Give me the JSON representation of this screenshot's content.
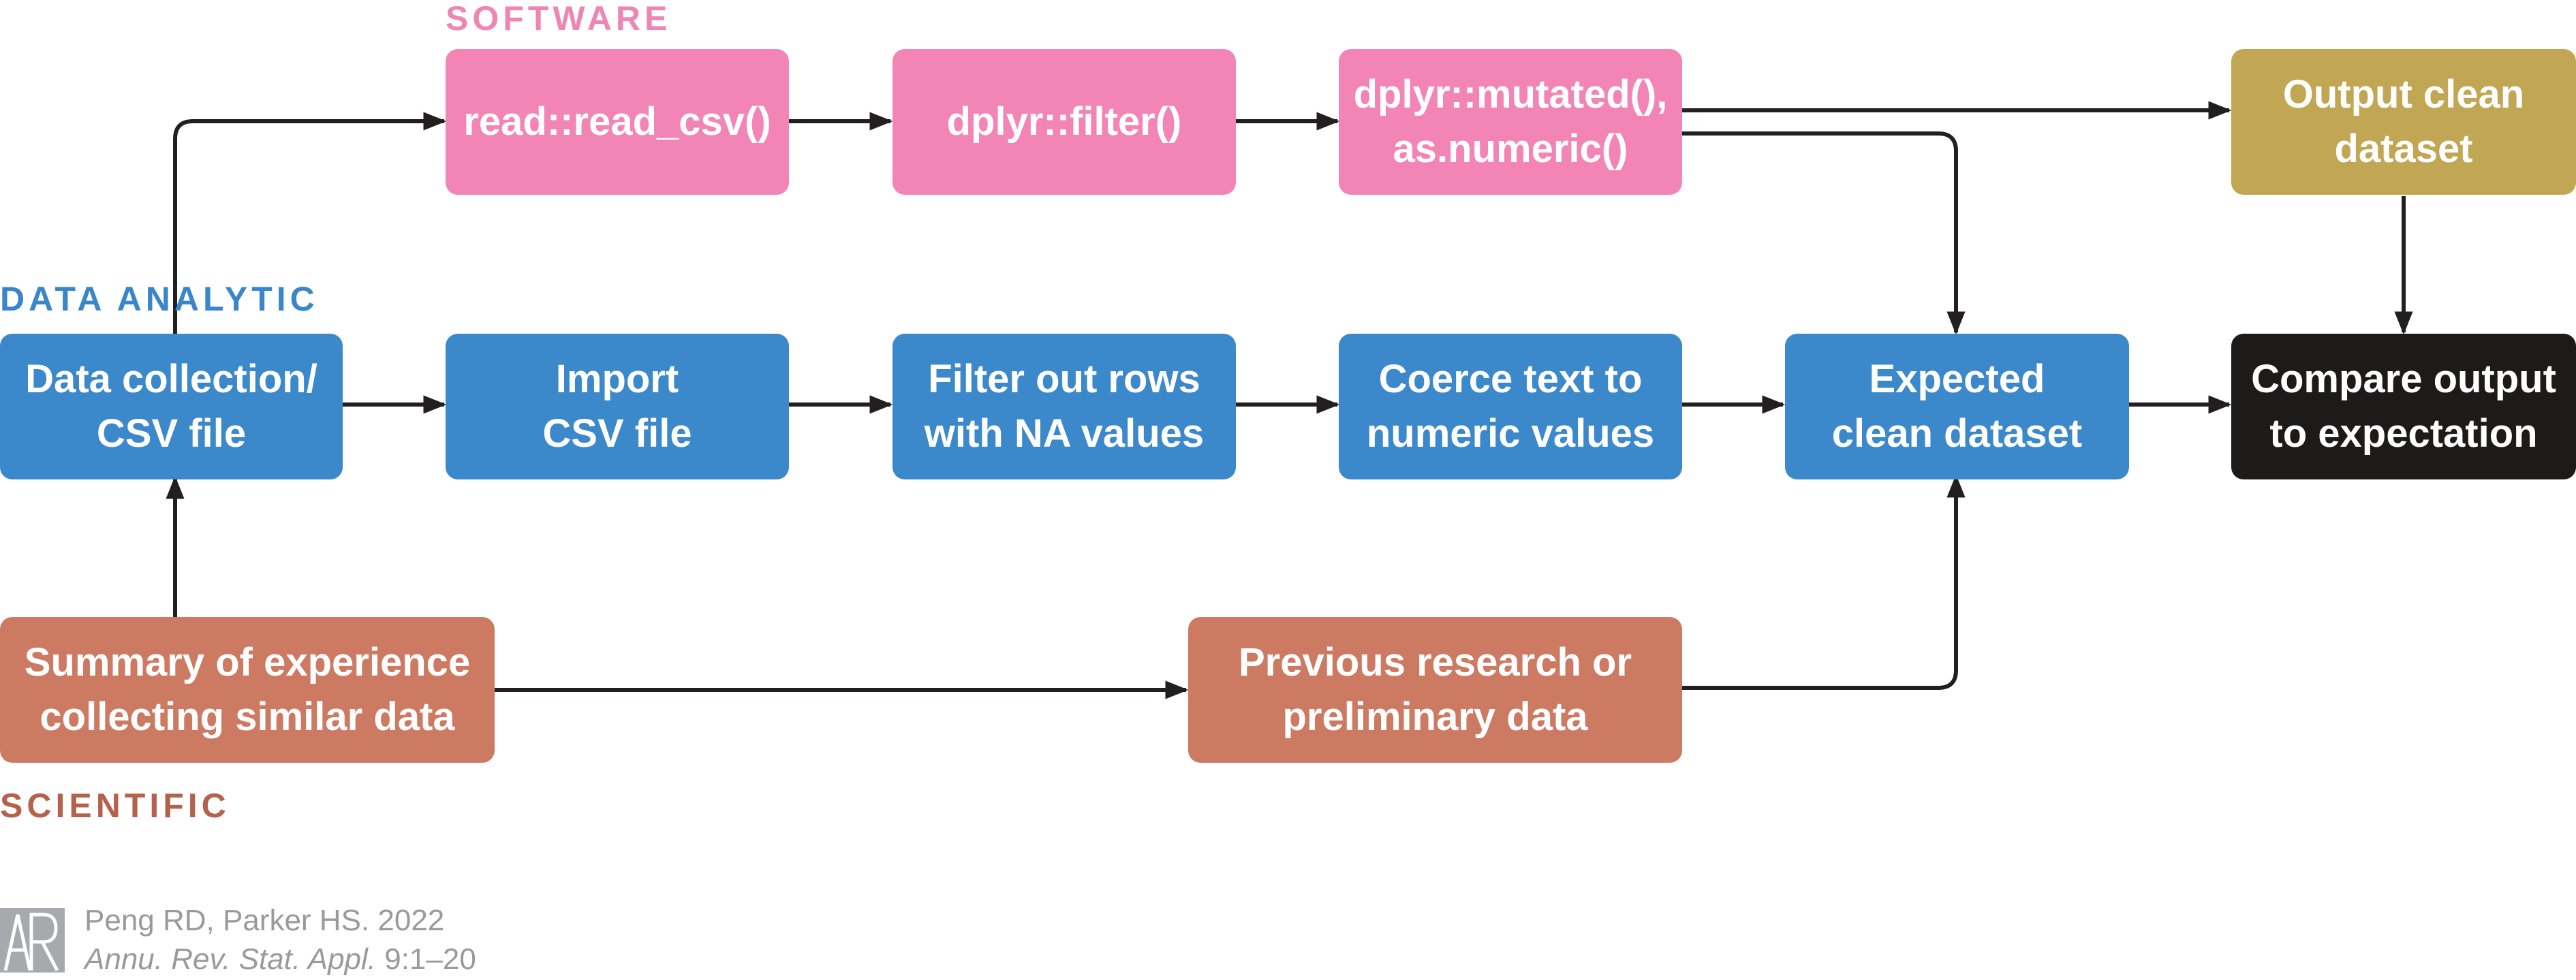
{
  "lanes": {
    "software": {
      "label": "SOFTWARE",
      "color": "#ef85b4"
    },
    "data_analytic": {
      "label": "DATA ANALYTIC",
      "color": "#3a86c8"
    },
    "scientific": {
      "label": "SCIENTIFIC",
      "color": "#b4624c"
    }
  },
  "colors": {
    "software_box": "#f285b6",
    "analytic_box": "#3b88cb",
    "scientific_box": "#cd7a63",
    "output_box": "#c1a653",
    "compare_box": "#1d1a1a",
    "arrow": "#231f20"
  },
  "nodes": {
    "read_csv": "read::read_csv()",
    "dplyr_filter": "dplyr::filter()",
    "dplyr_mutate": "dplyr::mutated(),\nas.numeric()",
    "output_clean": "Output clean\ndataset",
    "data_collection": "Data collection/\nCSV file",
    "import_csv": "Import\nCSV file",
    "filter_rows": "Filter out rows\nwith NA values",
    "coerce_text": "Coerce text to\nnumeric values",
    "expected_clean": "Expected\nclean dataset",
    "compare_output": "Compare output\nto expectation",
    "summary_experience": "Summary of experience\ncollecting similar data",
    "previous_research": "Previous research or\npreliminary data"
  },
  "citation": {
    "line1": "Peng RD, Parker HS. 2022",
    "line2_italic": "Annu. Rev. Stat. Appl.",
    "line2_rest": " 9:1–20",
    "logo_icon": "annual-reviews-logo-icon"
  }
}
